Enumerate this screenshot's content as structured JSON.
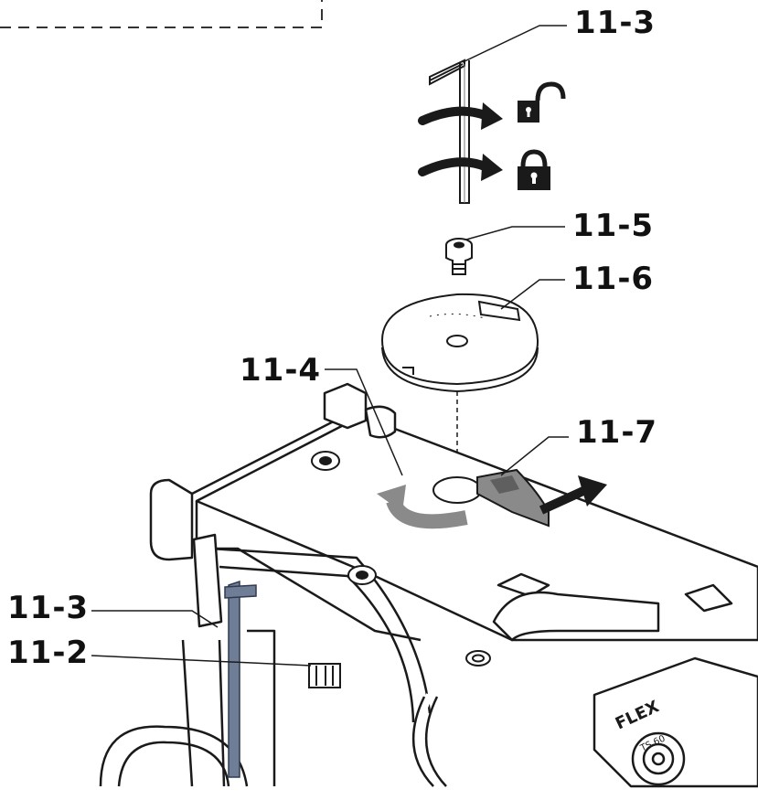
{
  "diagram": {
    "callouts": {
      "c_11_3_top": "11-3",
      "c_11_5": "11-5",
      "c_11_6": "11-6",
      "c_11_4": "11-4",
      "c_11_7": "11-7",
      "c_11_3_left": "11-3",
      "c_11_2": "11-2"
    },
    "plate_text": {
      "brand": "FLEX",
      "model": "TS 60"
    },
    "icons": [
      "unlock-icon",
      "lock-icon",
      "rotate-arrow-icon",
      "direction-arrow-icon",
      "hex-key-icon",
      "screw-icon",
      "washer-disc-icon"
    ],
    "colors": {
      "line": "#1a1a1a",
      "highlight_gray": "#8a8a8a",
      "hex_key_blue": "#6f7e96",
      "background": "#ffffff"
    }
  }
}
